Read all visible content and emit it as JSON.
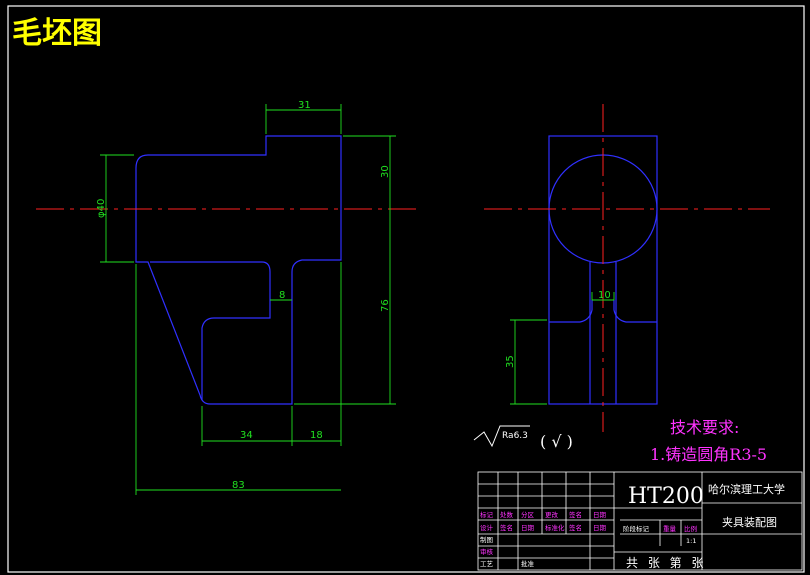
{
  "drawing": {
    "title": "毛坯图",
    "tech_req_title": "技术要求:",
    "tech_req_item": "1.铸造圆角R3-5",
    "roughness": "Ra6.3",
    "roughness_symbol": "( √ )"
  },
  "dimensions": {
    "d31": "31",
    "d30": "30",
    "d40": "φ40",
    "d8": "8",
    "d76": "76",
    "d34": "34",
    "d18": "18",
    "d83": "83",
    "d10": "10",
    "d35": "35"
  },
  "title_block": {
    "material": "HT200",
    "university": "哈尔滨理工大学",
    "drawing_name": "夹具装配图",
    "row1": [
      "标记",
      "处数",
      "分区",
      "更改",
      "签名",
      "日期"
    ],
    "row2": [
      "设计",
      "签名",
      "日期",
      "标准化",
      "签名",
      "日期"
    ],
    "row2_right": [
      "阶段标记",
      "重量",
      "比例"
    ],
    "scale": "1:1",
    "reviewer": "审核",
    "drafter": "制图",
    "process": "工艺",
    "approve": "批准",
    "sheets": "共 张 第 张"
  },
  "colors": {
    "outline": "#0000ff",
    "center": "#ff0000",
    "dimension": "#00ff00",
    "text_magenta": "#ff33ff",
    "title_yellow": "#ffff00",
    "border": "#ffffff"
  }
}
